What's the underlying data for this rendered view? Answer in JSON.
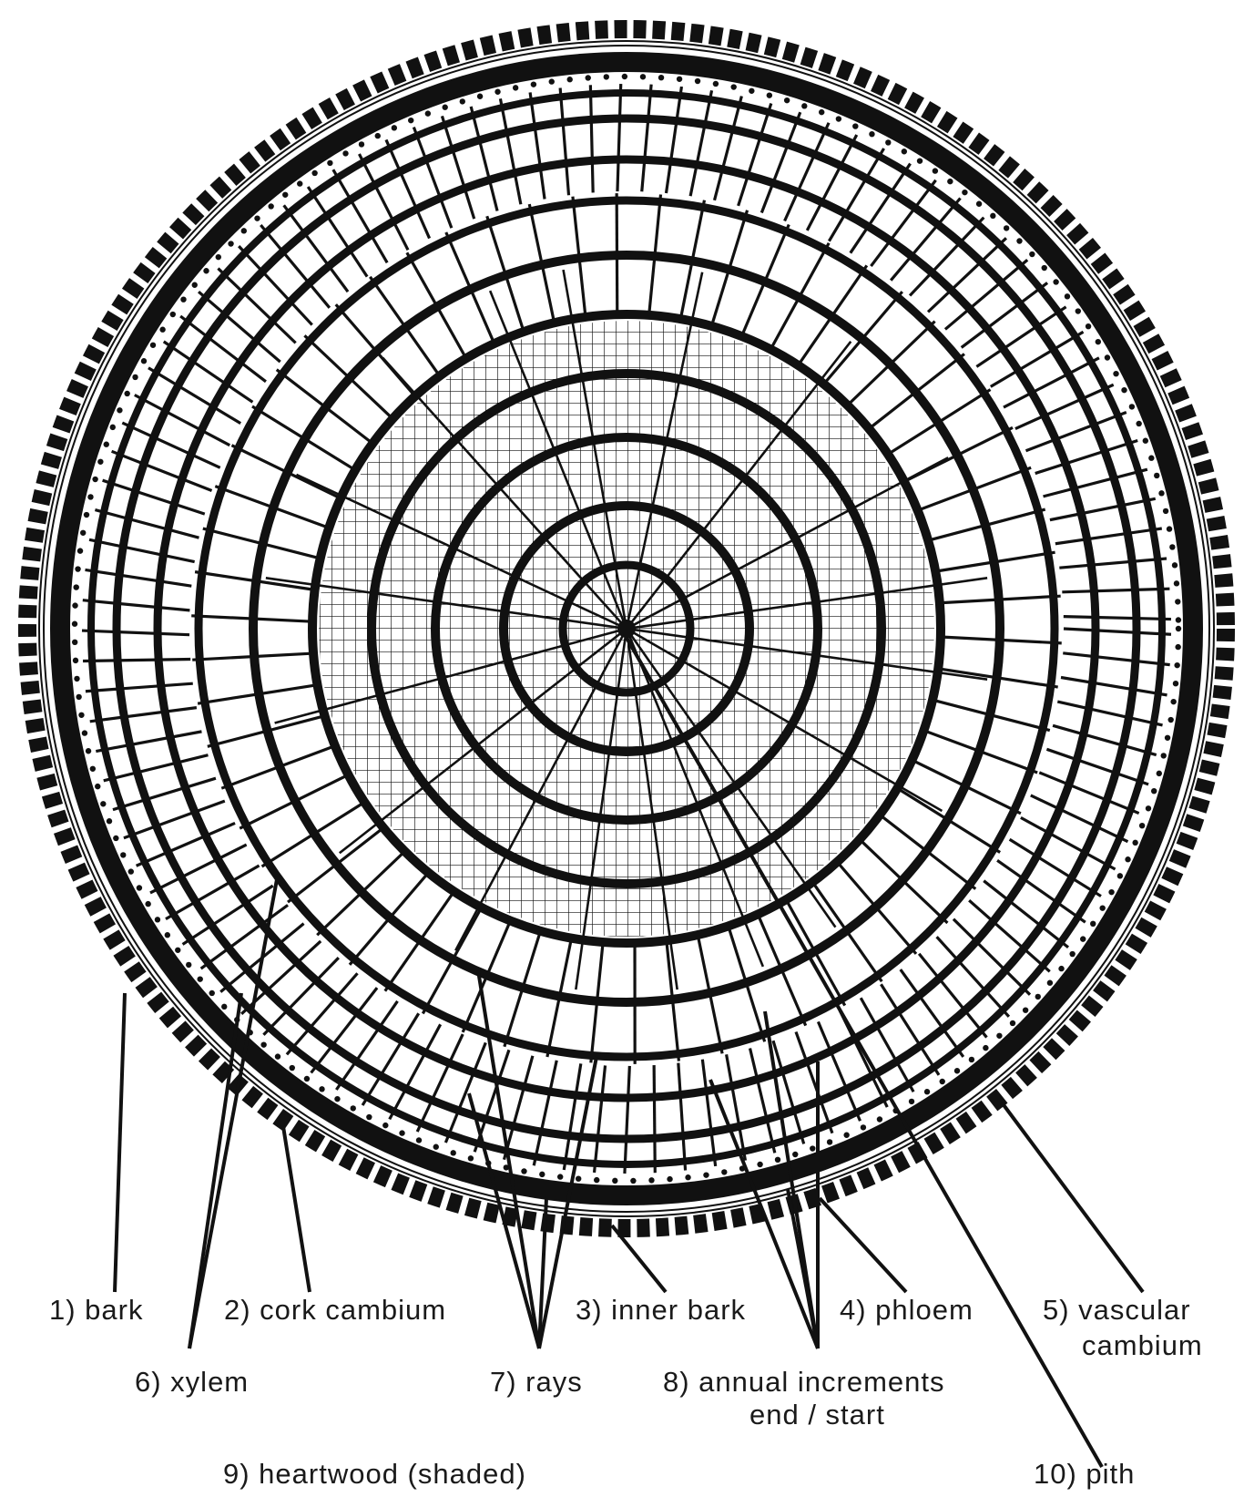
{
  "labels": {
    "bark": "1) bark",
    "cork_cambium": "2) cork cambium",
    "inner_bark": "3) inner bark",
    "phloem": "4) phloem",
    "vascular_cambium_line1": "5) vascular",
    "vascular_cambium_line2": "cambium",
    "xylem": "6) xylem",
    "rays": "7) rays",
    "annual_increments_line1": "8) annual increments",
    "annual_increments_line2": "end / start",
    "heartwood": "9) heartwood (shaded)",
    "pith": "10) pith"
  },
  "colors": {
    "ink": "#111111",
    "background": "#ffffff"
  }
}
